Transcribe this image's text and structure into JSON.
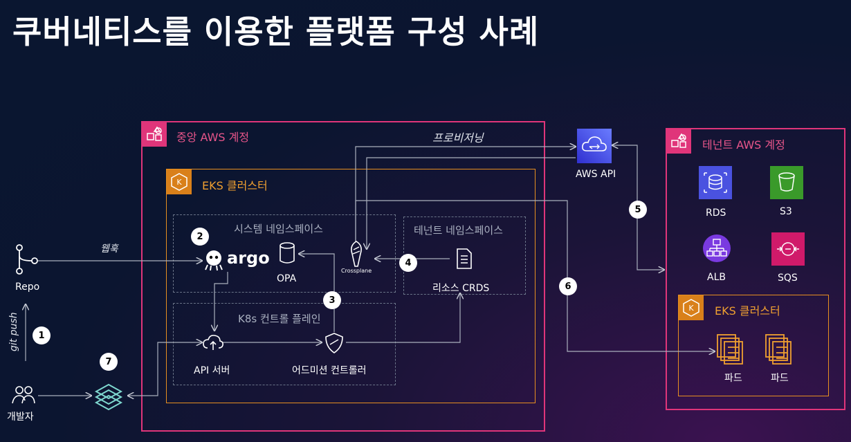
{
  "title": "쿠버네티스를 이용한 플랫폼 구성 사례",
  "central_account": {
    "label": "중앙 AWS 계정"
  },
  "tenant_account": {
    "label": "테넌트 AWS 계정"
  },
  "central_eks": {
    "label": "EKS 클러스터"
  },
  "tenant_eks": {
    "label": "EKS 클러스터"
  },
  "system_ns": {
    "label": "시스템 네임스페이스"
  },
  "tenant_ns": {
    "label": "테넌트 네임스페이스"
  },
  "control_plane": {
    "label": "K8s 컨트롤 플레인"
  },
  "nodes": {
    "repo": "Repo",
    "developer": "개발자",
    "argo": "argo",
    "opa": "OPA",
    "crossplane": "Crossplane",
    "resource_crds": "리소스 CRDS",
    "api_server": "API 서버",
    "admission_controller": "어드미션 컨트롤러",
    "aws_api": "AWS API",
    "rds": "RDS",
    "s3": "S3",
    "alb": "ALB",
    "sqs": "SQS",
    "pod1": "파드",
    "pod2": "파드"
  },
  "edge_labels": {
    "webhook": "웹훅",
    "git_push": "git push",
    "provisioning": "프로비저닝"
  },
  "steps": [
    "1",
    "2",
    "3",
    "4",
    "5",
    "6",
    "7"
  ],
  "colors": {
    "account": "#e0357a",
    "eks": "#e89020",
    "rds": "#4a52e0",
    "s3": "#3a9a2a",
    "alb": "#7a3ae0",
    "sqs": "#d01a6a"
  }
}
